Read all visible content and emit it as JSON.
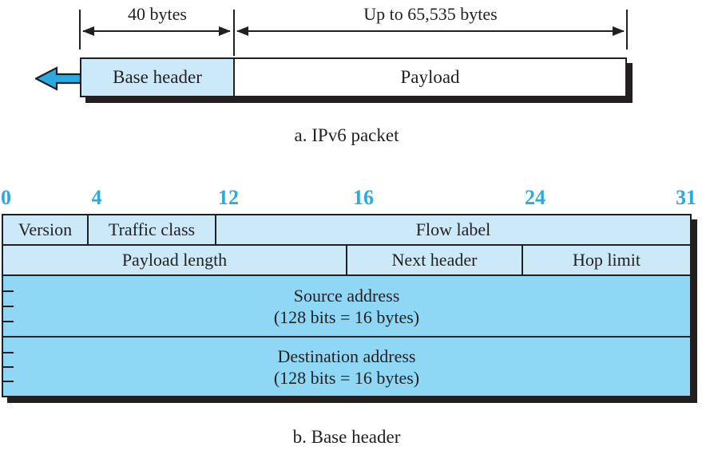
{
  "colors": {
    "accent_cyan": "#29ABE2",
    "light_blue_fill": "#CCE9FA",
    "sky_blue_fill": "#8ED8F6",
    "ink": "#231F20"
  },
  "ipv6_packet": {
    "caption": "a. IPv6 packet",
    "base_header_width_label": "40 bytes",
    "payload_width_label": "Up to 65,535 bytes",
    "base_header_label": "Base header",
    "payload_label": "Payload"
  },
  "base_header": {
    "caption": "b. Base header",
    "bit_labels": [
      "0",
      "4",
      "12",
      "16",
      "24",
      "31"
    ],
    "row1": {
      "version": "Version",
      "traffic_class": "Traffic class",
      "flow_label": "Flow label"
    },
    "row2": {
      "payload_length": "Payload length",
      "next_header": "Next header",
      "hop_limit": "Hop limit"
    },
    "source_address": {
      "title": "Source address",
      "size_note": "(128 bits = 16 bytes)"
    },
    "destination_address": {
      "title": "Destination address",
      "size_note": "(128 bits = 16 bytes)"
    }
  }
}
